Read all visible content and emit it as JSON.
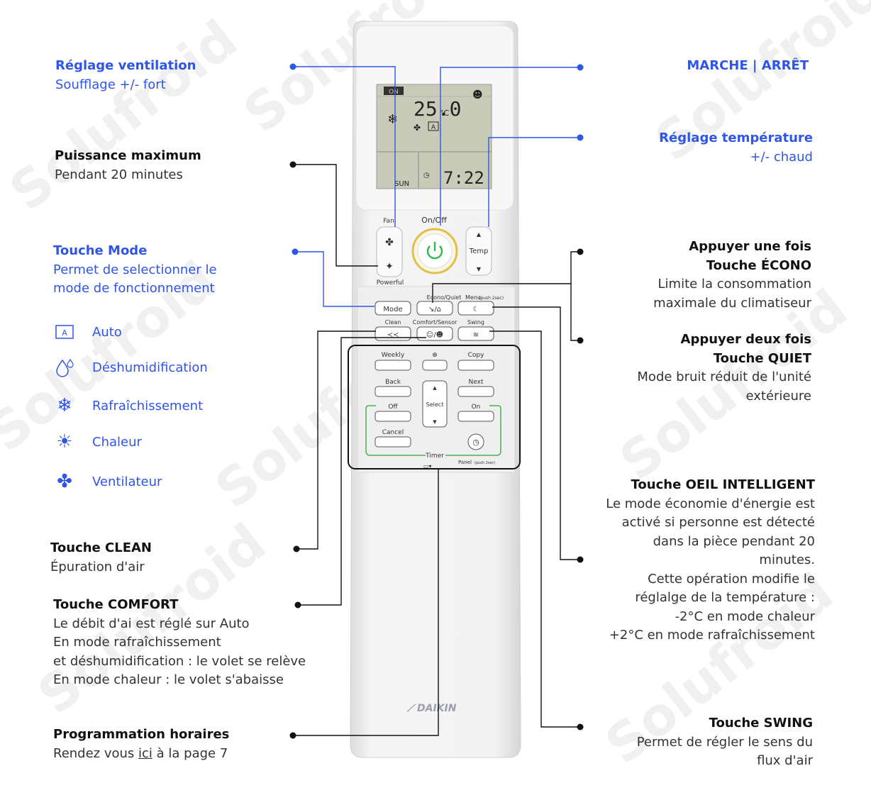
{
  "watermark": "Solufroid",
  "remote": {
    "lcd": {
      "on": "ON",
      "temp": "25.0",
      "unit": "°C",
      "day": "SUN",
      "clock": "7:22"
    },
    "brand": "DAIKIN",
    "labels": {
      "fan": "Fan",
      "onoff": "On/Off",
      "temp": "Temp",
      "powerful": "Powerful",
      "mode": "Mode",
      "econo_quiet": "Econo/Quiet",
      "menu": "Menu",
      "menu_hint": "(push 2sec)",
      "clean": "Clean",
      "comfort_sensor": "Comfort/Sensor",
      "swing": "Swing",
      "weekly": "Weekly",
      "copy": "Copy",
      "back": "Back",
      "next": "Next",
      "select": "Select",
      "off": "Off",
      "on": "On",
      "cancel": "Cancel",
      "timer": "Timer",
      "panel": "Panel",
      "panel_hint": "(push 2sec)"
    }
  },
  "left": {
    "ventilation": {
      "title": "Réglage ventilation",
      "sub": "Soufflage +/- fort"
    },
    "puissance": {
      "title": "Puissance maximum",
      "sub": "Pendant 20 minutes"
    },
    "mode": {
      "title": "Touche Mode",
      "sub1": "Permet de selectionner le",
      "sub2": "mode de fonctionnement"
    },
    "modes": [
      "Auto",
      "Déshumidification",
      "Rafraîchissement",
      "Chaleur",
      "Ventilateur"
    ],
    "clean": {
      "title": "Touche CLEAN",
      "sub": "Épuration d'air"
    },
    "comfort": {
      "title": "Touche COMFORT",
      "lines": [
        "Le débit d'ai est réglé sur Auto",
        "En mode rafraîchissement",
        "et déshumidification : le volet se relève",
        "En mode chaleur : le volet s'abaisse"
      ]
    },
    "programmation": {
      "title": "Programmation horaires",
      "sub_before": "Rendez vous ",
      "sub_link": "ici",
      "sub_after": " à la page 7"
    }
  },
  "right": {
    "marche": {
      "title": "MARCHE | ARRÊT"
    },
    "temperature": {
      "title": "Réglage température",
      "sub": "+/- chaud"
    },
    "econo": {
      "title1": "Appuyer une fois",
      "title2": "Touche ÉCONO",
      "sub1": "Limite la consommation",
      "sub2": "maximale du climatiseur"
    },
    "quiet": {
      "title1": "Appuyer deux fois",
      "title2": "Touche QUIET",
      "sub1": "Mode bruit réduit de l'unité",
      "sub2": "extérieure"
    },
    "oeil": {
      "title": "Touche OEIL INTELLIGENT",
      "lines": [
        "Le mode économie d'énergie est",
        "activé si personne est détecté",
        "dans la pièce pendant 20",
        "minutes.",
        "Cette opération modifie le",
        "réglalge de la température :",
        "-2°C en mode chaleur",
        "+2°C en mode rafraîchissement"
      ]
    },
    "swing": {
      "title": "Touche SWING",
      "sub1": "Permet de régler le sens du",
      "sub2": "flux d'air"
    }
  },
  "colors": {
    "accent": "#2f56e6",
    "leader_black": "#111111",
    "panel_green": "#4caf50",
    "power_green": "#2eb84a",
    "lcd_bg": "#c8cbb8"
  }
}
